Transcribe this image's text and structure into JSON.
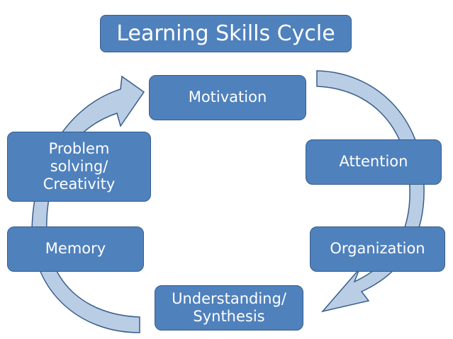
{
  "title": "Learning Skills Cycle",
  "colors": {
    "box_fill": "#4f81bd",
    "box_border": "#385d8a",
    "arrow_fill": "#b9cde5",
    "arrow_border": "#385d8a",
    "text": "#ffffff"
  },
  "nodes": [
    {
      "id": "motivation",
      "label": "Motivation"
    },
    {
      "id": "attention",
      "label": "Attention"
    },
    {
      "id": "organization",
      "label": "Organization"
    },
    {
      "id": "understanding",
      "lines": [
        "Understanding/",
        "Synthesis"
      ]
    },
    {
      "id": "memory",
      "label": "Memory"
    },
    {
      "id": "problem-solving",
      "lines": [
        "Problem",
        "solving/",
        "Creativity"
      ]
    }
  ],
  "flow": [
    "Motivation",
    "Attention",
    "Organization",
    "Understanding/Synthesis",
    "Memory",
    "Problem solving/Creativity",
    "Motivation"
  ]
}
